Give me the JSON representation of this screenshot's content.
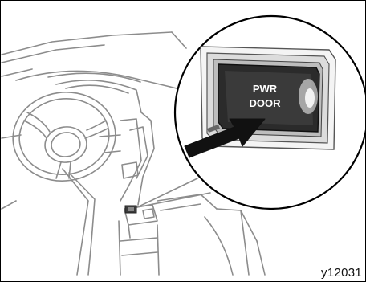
{
  "button": {
    "line1": "PWR",
    "line2": "DOOR"
  },
  "figure": {
    "label": "y12031"
  },
  "icons": {
    "arrow": "arrow-right-icon",
    "wheel": "steering-wheel-icon"
  },
  "colors": {
    "line": "#8c8c8c",
    "button_face": "#2b2b2b",
    "arrow": "#111111"
  }
}
